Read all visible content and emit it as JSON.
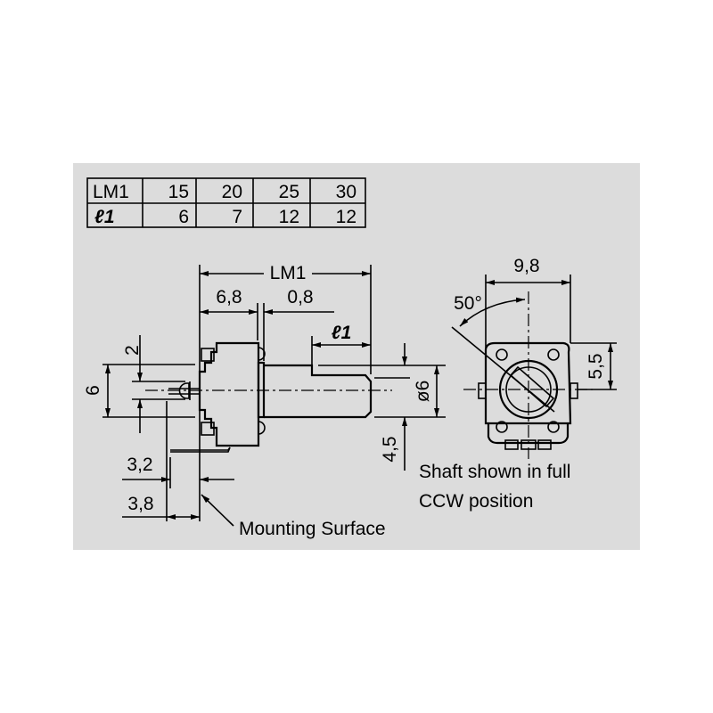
{
  "table": {
    "rows": [
      {
        "label": "LM1",
        "values": [
          "15",
          "20",
          "25",
          "30"
        ]
      },
      {
        "label": "ℓ1",
        "values": [
          "6",
          "7",
          "12",
          "12"
        ]
      }
    ]
  },
  "side_view": {
    "lm1": "LM1",
    "d68": "6,8",
    "d08": "0,8",
    "l1": "ℓ1",
    "d2": "2",
    "d6": "6",
    "dia6": "ø6",
    "d45": "4,5",
    "d32": "3,2",
    "d38": "3,8",
    "mounting_surface": "Mounting Surface"
  },
  "front_view": {
    "d98": "9,8",
    "angle": "50°",
    "d55": "5,5",
    "note_line1": "Shaft shown in full",
    "note_line2": "CCW position"
  },
  "colors": {
    "panel": "#dcdcdc",
    "ink": "#000000"
  }
}
